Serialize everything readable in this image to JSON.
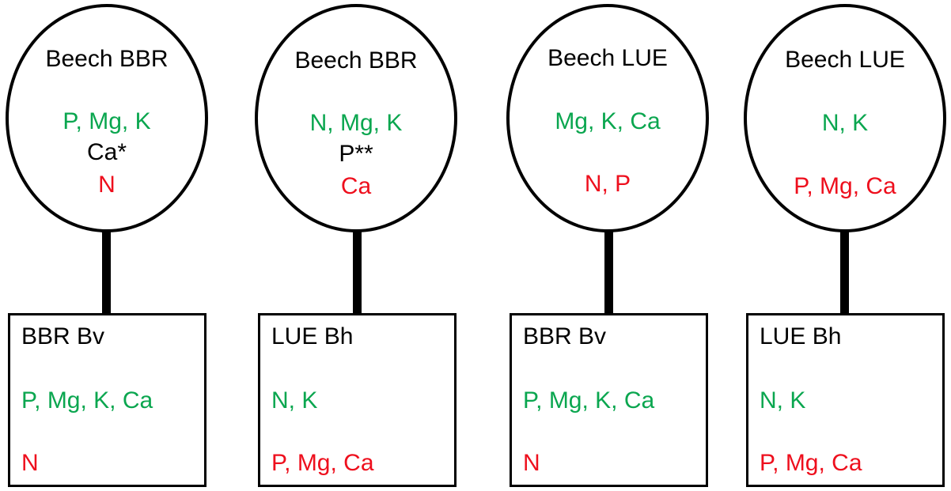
{
  "colors": {
    "positive": "#0aa64f",
    "negative": "#ee0f1d",
    "neutral": "#000000"
  },
  "panels": [
    {
      "tree": {
        "title": "Beech BBR",
        "line1": "P, Mg, K",
        "line2": "Ca*",
        "line3": "N"
      },
      "soil": {
        "title": "BBR Bv",
        "positive": "P, Mg, K, Ca",
        "negative": "N"
      }
    },
    {
      "tree": {
        "title": "Beech BBR",
        "line1": "N, Mg, K",
        "line2": "P**",
        "line3": "Ca"
      },
      "soil": {
        "title": "LUE Bh",
        "positive": "N, K",
        "negative": "P, Mg, Ca"
      }
    },
    {
      "tree": {
        "title": "Beech LUE",
        "line1": "Mg, K, Ca",
        "line3": "N, P"
      },
      "soil": {
        "title": "BBR Bv",
        "positive": "P, Mg, K, Ca",
        "negative": "N"
      }
    },
    {
      "tree": {
        "title": "Beech LUE",
        "line1": "N, K",
        "line3": "P, Mg, Ca"
      },
      "soil": {
        "title": "LUE Bh",
        "positive": "N, K",
        "negative": "P, Mg, Ca"
      }
    }
  ]
}
